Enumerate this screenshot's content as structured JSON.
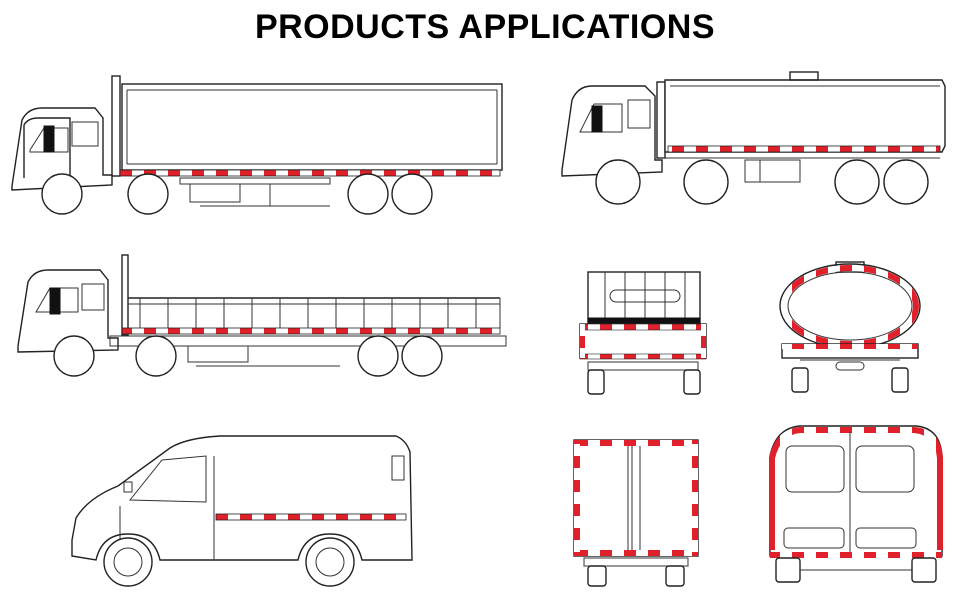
{
  "title": "PRODUCTS APPLICATIONS",
  "colors": {
    "reflective_red": "#e0202a",
    "reflective_white": "#ffffff",
    "line": "#222222"
  },
  "illustrations": [
    {
      "name": "box-truck-side-illustration"
    },
    {
      "name": "tanker-truck-side-illustration"
    },
    {
      "name": "flatbed-truck-side-illustration"
    },
    {
      "name": "flatbed-truck-rear-illustration"
    },
    {
      "name": "tanker-truck-rear-illustration"
    },
    {
      "name": "van-side-illustration"
    },
    {
      "name": "box-truck-rear-illustration"
    },
    {
      "name": "van-rear-illustration"
    }
  ]
}
